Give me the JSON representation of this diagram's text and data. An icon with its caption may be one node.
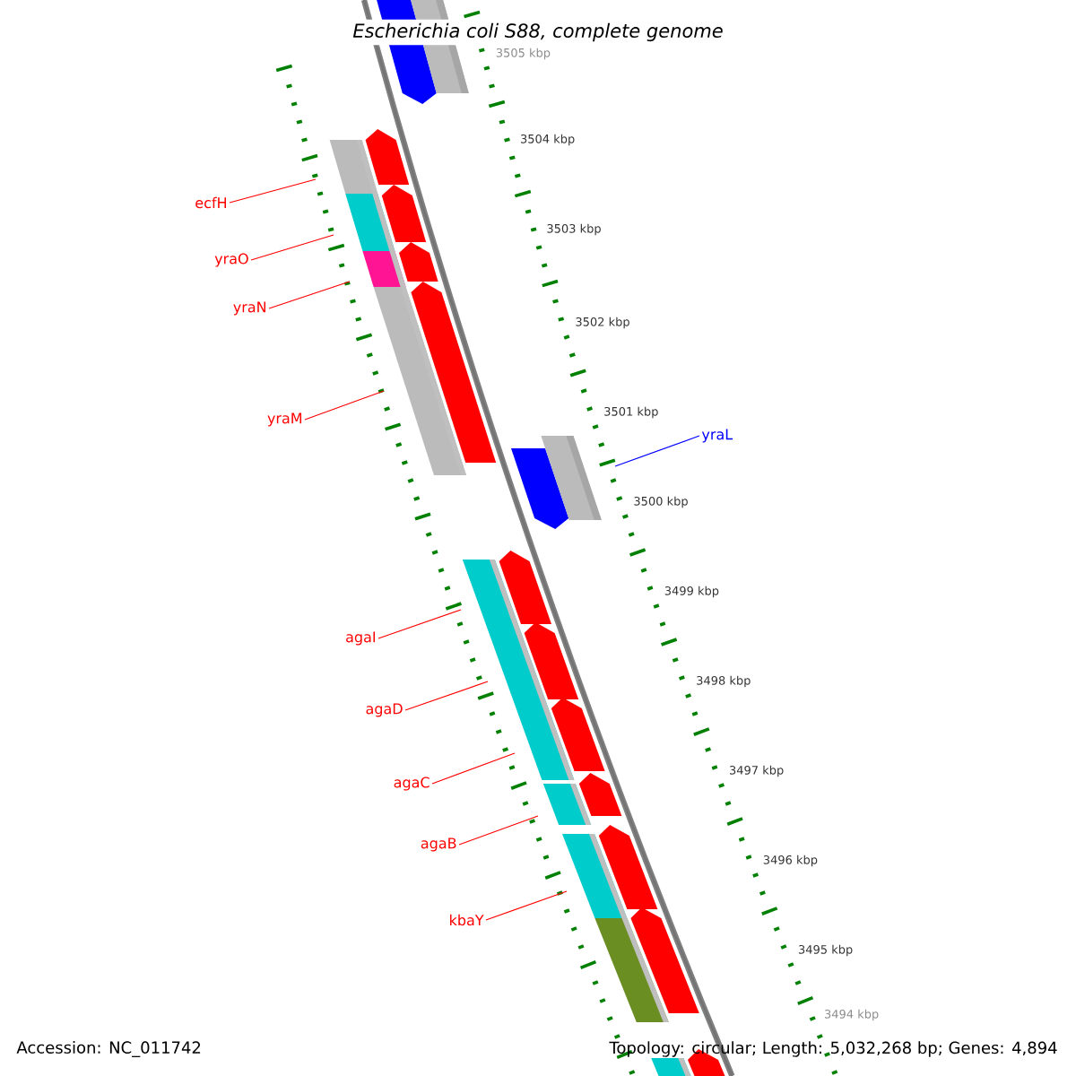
{
  "diagram": {
    "title": "Escherichia coli S88, complete genome",
    "nodes": [
      {
        "text": [
          "ecfH"
        ]
      },
      {
        "text": [
          "yraO"
        ]
      },
      {
        "text": [
          "yraN"
        ]
      },
      {
        "text": [
          "yraM"
        ]
      },
      {
        "text": [
          "yraL"
        ]
      },
      {
        "text": [
          "agaI"
        ]
      },
      {
        "text": [
          "agaD"
        ]
      },
      {
        "text": [
          "agaC"
        ]
      },
      {
        "text": [
          "agaB"
        ]
      },
      {
        "text": [
          "kbaY"
        ]
      }
    ],
    "edges": [
      {
        "from": 0,
        "to": null,
        "arrow": "none"
      },
      {
        "from": 1,
        "to": null,
        "arrow": "none"
      },
      {
        "from": 2,
        "to": null,
        "arrow": "none"
      },
      {
        "from": 3,
        "to": null,
        "arrow": "none"
      },
      {
        "from": 4,
        "to": null,
        "arrow": "none",
        "color": "#0000ff"
      },
      {
        "from": 5,
        "to": null,
        "arrow": "none"
      },
      {
        "from": 6,
        "to": null,
        "arrow": "none"
      },
      {
        "from": 7,
        "to": null,
        "arrow": "none"
      },
      {
        "from": 8,
        "to": null,
        "arrow": "none"
      },
      {
        "from": 9,
        "to": null,
        "arrow": "none"
      }
    ],
    "labels": [
      "3505 kbp",
      "3504 kbp",
      "3503 kbp",
      "3502 kbp",
      "3501 kbp",
      "3500 kbp",
      "3499 kbp",
      "3498 kbp",
      "3497 kbp",
      "3496 kbp",
      "3495 kbp",
      "3494 kbp",
      "Accession: NC_011742",
      "Topology: circular; Length: 5,032,268 bp; Genes: 4,894"
    ]
  }
}
